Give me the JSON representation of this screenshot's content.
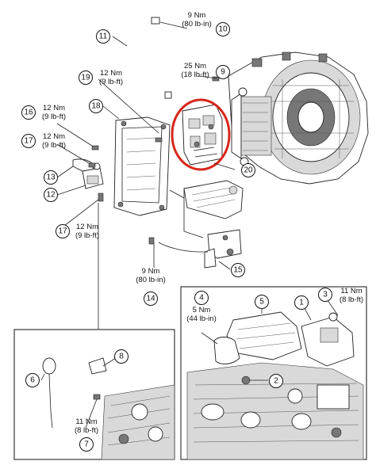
{
  "callouts": {
    "c1": "1",
    "c2": "2",
    "c3": "3",
    "c4": "4",
    "c5": "5",
    "c6": "6",
    "c7": "7",
    "c8": "8",
    "c9": "9",
    "c10": "10",
    "c11": "11",
    "c12": "12",
    "c13": "13",
    "c14": "14",
    "c15": "15",
    "c16": "16",
    "c17a": "17",
    "c17b": "17",
    "c18": "18",
    "c19": "19",
    "c20": "20"
  },
  "torques": {
    "t10": [
      "9 Nm",
      "(80 lb-in)"
    ],
    "t9": [
      "25 Nm",
      "(18 lb-ft)"
    ],
    "t19": [
      "12 Nm",
      "(9 lb-ft)"
    ],
    "t16": [
      "12 Nm",
      "(9 lb-ft)"
    ],
    "t17a": [
      "12 Nm",
      "(9 lb-ft)"
    ],
    "t17b": [
      "12 Nm",
      "(9 lb-ft)"
    ],
    "t14": [
      "9 Nm",
      "(80 lb-in)"
    ],
    "t3": [
      "11 Nm",
      "(8 lb-ft)"
    ],
    "t4": [
      "5 Nm",
      "(44 lb-in)"
    ],
    "t7": [
      "11 Nm",
      "(8 lb-ft)"
    ]
  },
  "colors": {
    "highlight": "#d8271c",
    "line": "#222222",
    "background": "#ffffff"
  }
}
